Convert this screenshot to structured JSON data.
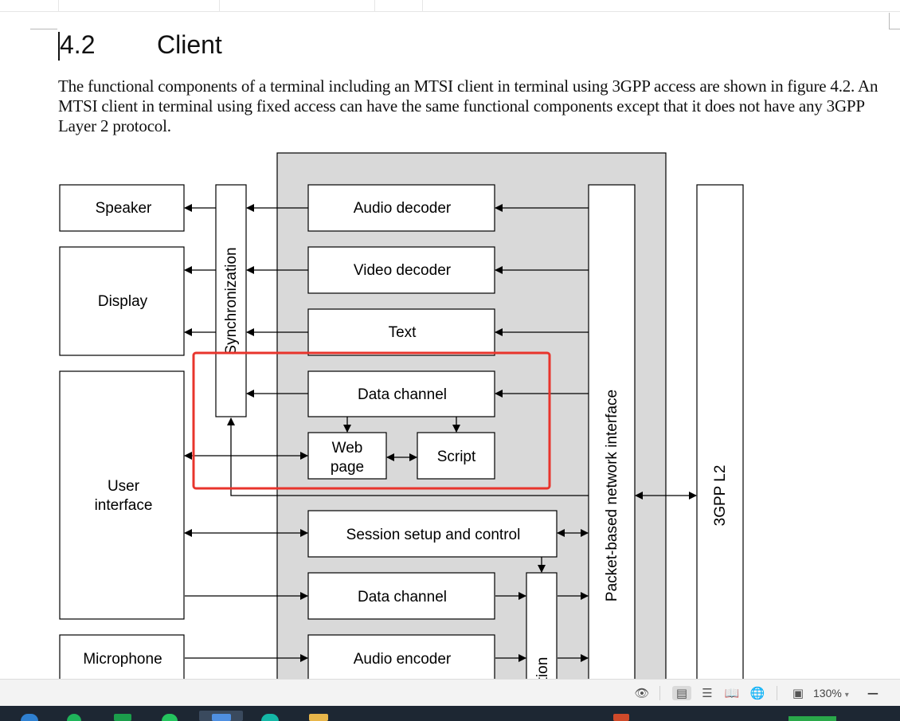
{
  "document": {
    "section_number": "4.2",
    "section_title": "Client",
    "paragraph": "The functional components of a terminal including an MTSI client in terminal using 3GPP access are shown in figure 4.2. An MTSI client in terminal using fixed access can have the same functional components except that it does not have any 3GPP Layer 2 protocol."
  },
  "diagram": {
    "speaker": "Speaker",
    "display": "Display",
    "user_interface_line1": "User",
    "user_interface_line2": "interface",
    "microphone": "Microphone",
    "synchronization": "Synchronization",
    "audio_decoder": "Audio decoder",
    "video_decoder": "Video decoder",
    "text": "Text",
    "data_channel_top": "Data channel",
    "web_page_line1": "Web",
    "web_page_line2": "page",
    "script": "Script",
    "session_setup": "Session setup and control",
    "data_channel_bottom": "Data channel",
    "audio_encoder": "Audio encoder",
    "packetization_partial": "tion",
    "packet_network_interface": "Packet-based network interface",
    "l2": "3GPP L2",
    "highlight_color": "#e8342c",
    "core_background": "#d9d9d9"
  },
  "statusbar": {
    "zoom": "130%",
    "zoom_caret": "▾",
    "zoom_out": "−",
    "icons": [
      "eye-icon",
      "page-view-icon",
      "outline-view-icon",
      "read-mode-icon",
      "web-layout-icon",
      "fit-page-icon"
    ]
  },
  "taskbar": {
    "apps": [
      "vscode-icon",
      "green-app-icon",
      "green-sheet-icon",
      "green-chat-icon",
      "blue-app-icon",
      "teal-app-icon",
      "yellow-app-icon"
    ]
  }
}
